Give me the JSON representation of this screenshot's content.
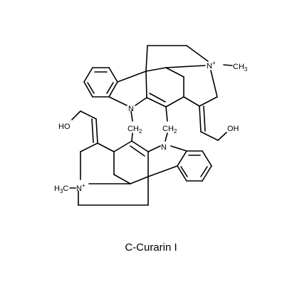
{
  "figure": {
    "caption": "C-Curarin I",
    "labels": {
      "n_indole_top": "N",
      "n_indole_bottom": "N",
      "n_quat_top": "N",
      "n_quat_top_charge": "+",
      "n_quat_top_methyl": "CH",
      "n_quat_top_methyl_sub": "3",
      "n_quat_bottom_methyl": "H",
      "n_quat_bottom_methyl_sub": "3",
      "n_quat_bottom_methyl_c": "C",
      "n_quat_bottom": "N",
      "n_quat_bottom_charge": "+",
      "ch2_left": "CH",
      "ch2_left_sub": "2",
      "ch2_right": "CH",
      "ch2_right_sub": "2",
      "oh_left": "HO",
      "oh_right": "OH"
    }
  }
}
